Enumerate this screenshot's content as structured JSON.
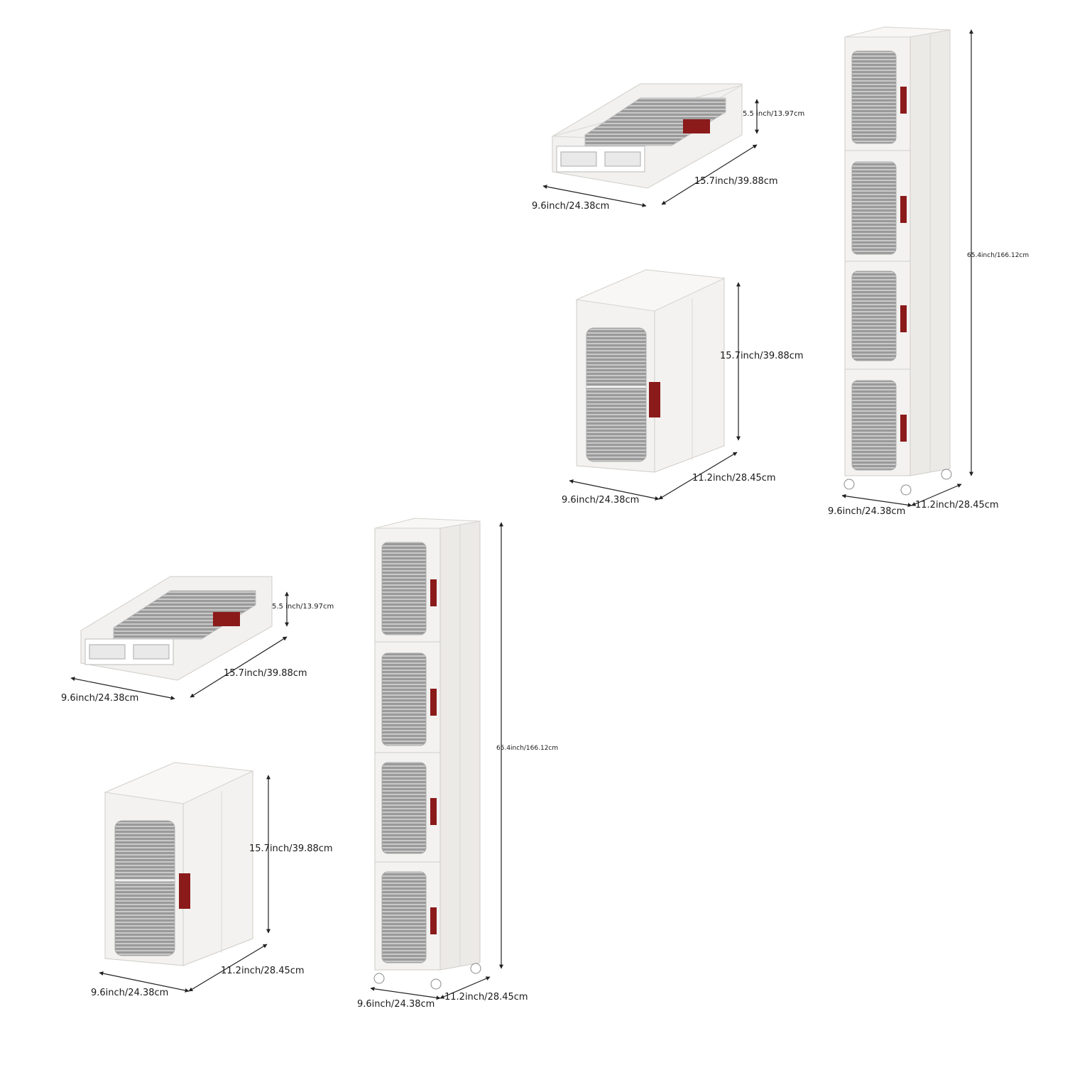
{
  "colors": {
    "body": "#f4f3f1",
    "edge": "#d6d4d0",
    "window": "#8e8e8e",
    "handle": "#8b1a1a",
    "line": "#222222"
  },
  "groups": [
    {
      "flat": {
        "width": "9.6inch/24.38cm",
        "depth": "15.7inch/39.88cm",
        "height": "5.5 inch/13.97cm"
      },
      "single": {
        "width": "9.6inch/24.38cm",
        "depth": "11.2inch/28.45cm",
        "height": "15.7inch/39.88cm"
      },
      "tower": {
        "width": "9.6inch/24.38cm",
        "depth": "11.2inch/28.45cm",
        "height": "65.4inch/166.12cm"
      }
    },
    {
      "flat": {
        "width": "9.6inch/24.38cm",
        "depth": "15.7inch/39.88cm",
        "height": "5.5 inch/13.97cm"
      },
      "single": {
        "width": "9.6inch/24.38cm",
        "depth": "11.2inch/28.45cm",
        "height": "15.7inch/39.88cm"
      },
      "tower": {
        "width": "9.6inch/24.38cm",
        "depth": "11.2inch/28.45cm",
        "height": "65.4inch/166.12cm"
      }
    }
  ]
}
